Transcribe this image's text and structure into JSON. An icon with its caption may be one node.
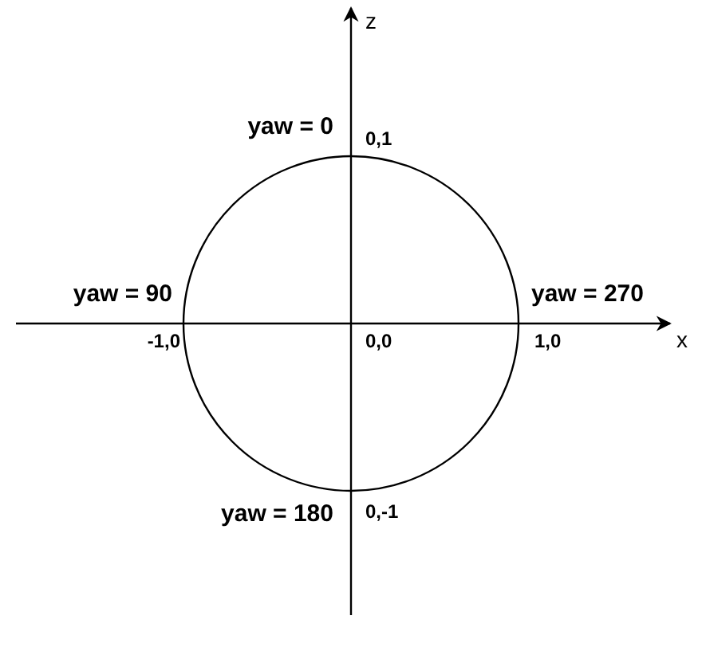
{
  "diagram": {
    "labels": [
      "z",
      "yaw = 0",
      "0,1",
      "yaw = 90",
      "yaw = 270",
      "-1,0",
      "0,0",
      "1,0",
      "x",
      "yaw = 180",
      "0,-1"
    ]
  }
}
